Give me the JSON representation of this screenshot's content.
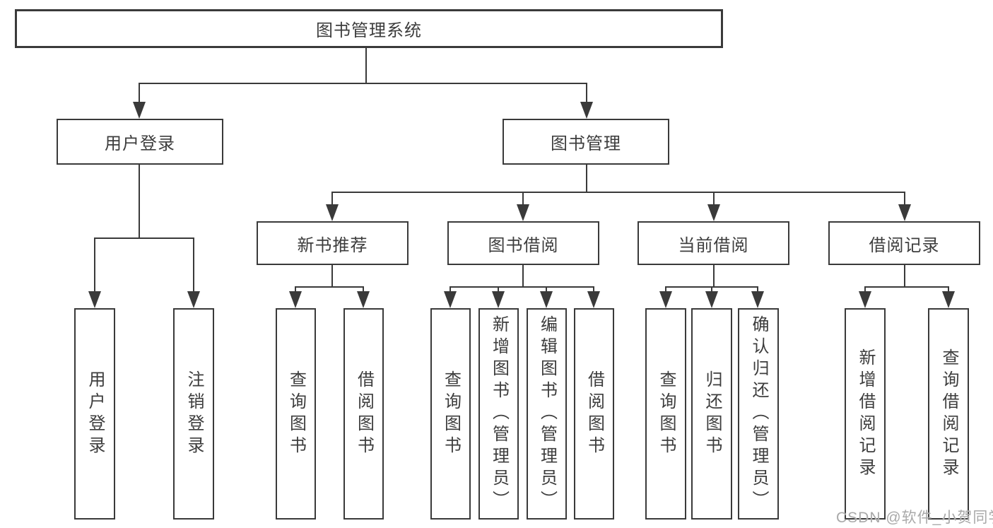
{
  "tree": {
    "root": "图书管理系统",
    "branches": [
      {
        "label": "用户登录",
        "children": [
          "用户登录",
          "注销登录"
        ]
      },
      {
        "label": "图书管理",
        "groups": [
          {
            "label": "新书推荐",
            "children": [
              "查询图书",
              "借阅图书"
            ]
          },
          {
            "label": "图书借阅",
            "children": [
              "查询图书",
              "新增图书（管理员）",
              "编辑图书（管理员）",
              "借阅图书"
            ]
          },
          {
            "label": "当前借阅",
            "children": [
              "查询图书",
              "归还图书",
              "确认归还（管理员）"
            ]
          },
          {
            "label": "借阅记录",
            "children": [
              "新增借阅记录",
              "查询借阅记录"
            ]
          }
        ]
      }
    ]
  },
  "watermark": "CSDN @软件_小贺同学",
  "colors": {
    "line": "#3a3a3a",
    "text": "#3d3d3d",
    "background": "#ffffff",
    "watermark": "#a9a9a9"
  }
}
